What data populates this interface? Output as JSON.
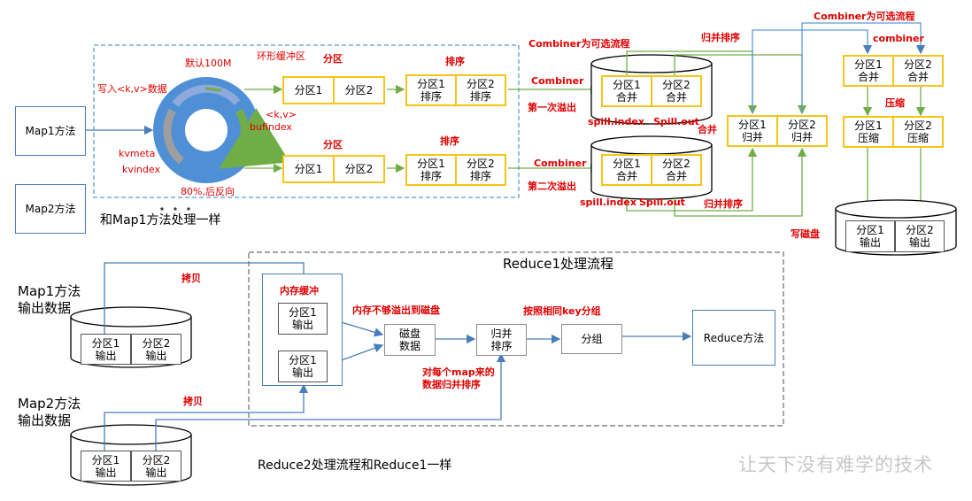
{
  "top": {
    "map1_method": "Map1方法",
    "map2_method": "Map2方法",
    "same_as_map1": "和Map1方法处理一样",
    "write_kv": "写入<k,v>数据",
    "default_100m": "默认100M",
    "ring_buffer": "环形缓冲区",
    "kvmeta": "kvmeta",
    "kvindex": "kvindex",
    "kv_tag": "<k,v>",
    "bufindex": "bufindex",
    "reverse_80": "80%,后反向",
    "partition_label": "分区",
    "sort_label": "排序",
    "part1": "分区1",
    "part2": "分区2",
    "part1_sort": "分区1\n排序",
    "part2_sort": "分区2\n排序",
    "combiner": "Combiner",
    "combiner_optional": "Combiner为可选流程",
    "first_spill": "第一次溢出",
    "second_spill": "第二次溢出",
    "part1_merge": "分区1\n合并",
    "part2_merge": "分区2\n合并",
    "spill_index": "spill.index",
    "spill_out": "Spill.out",
    "merge": "合并",
    "merge_sort": "归并排序",
    "part1_merged": "分区1\n归并",
    "part2_merged": "分区2\n归并",
    "combiner_lower": "combiner",
    "compress": "压缩",
    "part1_compress": "分区1\n压缩",
    "part2_compress": "分区2\n压缩",
    "write_disk": "写磁盘",
    "part1_output": "分区1\n输出",
    "part2_output": "分区2\n输出"
  },
  "bottom": {
    "reduce1_title": "Reduce1处理流程",
    "map1_output_data": "Map1方法\n输出数据",
    "map2_output_data": "Map2方法\n输出数据",
    "copy": "拷贝",
    "memory_buffer": "内存缓冲",
    "part1_output": "分区1\n输出",
    "part2_output": "分区2\n输出",
    "mem_overflow": "内存不够溢出到磁盘",
    "disk_data": "磁盘\n数据",
    "merge_sort": "归并\n排序",
    "group_by_key": "按照相同key分组",
    "group": "分组",
    "reduce_method": "Reduce方法",
    "per_map_merge": "对每个map来的\n数据归并排序",
    "reduce2_note": "Reduce2处理流程和Reduce1一样"
  },
  "watermark": "让天下没有难学的技术",
  "colors": {
    "blue": "#4a7ebb",
    "green": "#70ad47",
    "red": "#e00000",
    "gold": "#f5c518",
    "ring": "#4f8fd6"
  }
}
